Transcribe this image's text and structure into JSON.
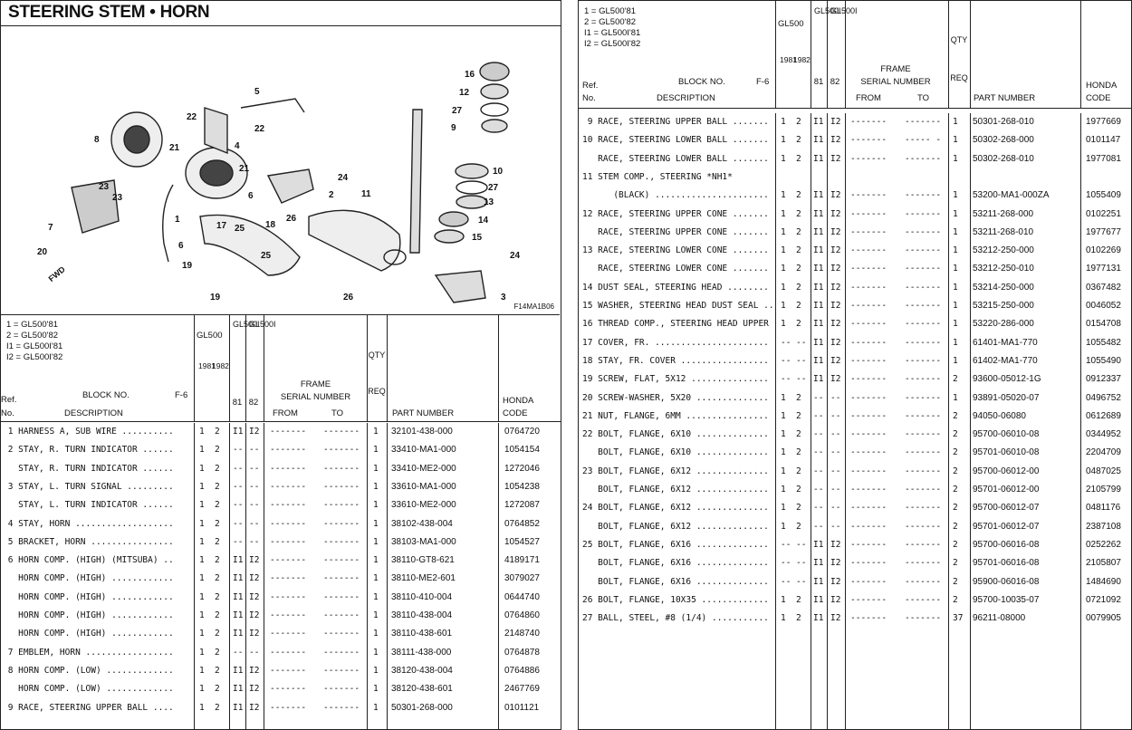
{
  "title": "STEERING STEM • HORN",
  "figure_code": "F14MA1B06",
  "legend": [
    "1 = GL500'81",
    "2 = GL500'82",
    "I1 = GL500I'81",
    "I2 = GL500I'82"
  ],
  "headers": {
    "gl500": "GL500",
    "gl500i": "GL500I",
    "yr1": "1981",
    "yr2": "1982",
    "i1": "81",
    "i2": "82",
    "block_no": "BLOCK NO.",
    "block_val": "F-6",
    "ref": "Ref.",
    "no": "No.",
    "description": "DESCRIPTION",
    "frame": "FRAME",
    "serial": "SERIAL NUMBER",
    "from": "FROM",
    "to": "TO",
    "qty": "QTY",
    "req": "REQ",
    "part_number": "PART NUMBER",
    "honda": "HONDA",
    "code": "CODE",
    "c1": "1",
    "c2": "2",
    "ci1": "I1",
    "ci2": "I2"
  },
  "diagram_labels": [
    "16",
    "12",
    "27",
    "9",
    "5",
    "22",
    "22",
    "8",
    "21",
    "4",
    "21",
    "10",
    "27",
    "13",
    "14",
    "15",
    "24",
    "2",
    "11",
    "23",
    "23",
    "6",
    "1",
    "7",
    "17",
    "25",
    "18",
    "26",
    "20",
    "6",
    "19",
    "25",
    "19",
    "26",
    "24",
    "3",
    "FWD"
  ],
  "left_rows": [
    {
      "desc": " 1 HARNESS A, SUB WIRE ..........",
      "a": "1",
      "b": "2",
      "c": "I1",
      "d": "I2",
      "from": "-------",
      "to": "-------",
      "q": "1",
      "pn": "32101-438-000",
      "hc": "0764720"
    },
    {
      "desc": " 2 STAY, R. TURN INDICATOR ......",
      "a": "1",
      "b": "2",
      "c": "--",
      "d": "--",
      "from": "-------",
      "to": "-------",
      "q": "1",
      "pn": "33410-MA1-000",
      "hc": "1054154"
    },
    {
      "desc": "   STAY, R. TURN INDICATOR ......",
      "a": "1",
      "b": "2",
      "c": "--",
      "d": "--",
      "from": "-------",
      "to": "-------",
      "q": "1",
      "pn": "33410-ME2-000",
      "hc": "1272046"
    },
    {
      "desc": " 3 STAY, L. TURN SIGNAL .........",
      "a": "1",
      "b": "2",
      "c": "--",
      "d": "--",
      "from": "-------",
      "to": "-------",
      "q": "1",
      "pn": "33610-MA1-000",
      "hc": "1054238"
    },
    {
      "desc": "   STAY, L. TURN INDICATOR ......",
      "a": "1",
      "b": "2",
      "c": "--",
      "d": "--",
      "from": "-------",
      "to": "-------",
      "q": "1",
      "pn": "33610-ME2-000",
      "hc": "1272087"
    },
    {
      "desc": " 4 STAY, HORN ...................",
      "a": "1",
      "b": "2",
      "c": "--",
      "d": "--",
      "from": "-------",
      "to": "-------",
      "q": "1",
      "pn": "38102-438-004",
      "hc": "0764852"
    },
    {
      "desc": " 5 BRACKET, HORN ................",
      "a": "1",
      "b": "2",
      "c": "--",
      "d": "--",
      "from": "-------",
      "to": "-------",
      "q": "1",
      "pn": "38103-MA1-000",
      "hc": "1054527"
    },
    {
      "desc": " 6 HORN COMP. (HIGH) (MITSUBA) ..",
      "a": "1",
      "b": "2",
      "c": "I1",
      "d": "I2",
      "from": "-------",
      "to": "-------",
      "q": "1",
      "pn": "38110-GT8-621",
      "hc": "4189171"
    },
    {
      "desc": "   HORN COMP. (HIGH) ............",
      "a": "1",
      "b": "2",
      "c": "I1",
      "d": "I2",
      "from": "-------",
      "to": "-------",
      "q": "1",
      "pn": "38110-ME2-601",
      "hc": "3079027"
    },
    {
      "desc": "   HORN COMP. (HIGH) ............",
      "a": "1",
      "b": "2",
      "c": "I1",
      "d": "I2",
      "from": "-------",
      "to": "-------",
      "q": "1",
      "pn": "38110-410-004",
      "hc": "0644740"
    },
    {
      "desc": "   HORN COMP. (HIGH) ............",
      "a": "1",
      "b": "2",
      "c": "I1",
      "d": "I2",
      "from": "-------",
      "to": "-------",
      "q": "1",
      "pn": "38110-438-004",
      "hc": "0764860"
    },
    {
      "desc": "   HORN COMP. (HIGH) ............",
      "a": "1",
      "b": "2",
      "c": "I1",
      "d": "I2",
      "from": "-------",
      "to": "-------",
      "q": "1",
      "pn": "38110-438-601",
      "hc": "2148740"
    },
    {
      "desc": " 7 EMBLEM, HORN .................",
      "a": "1",
      "b": "2",
      "c": "--",
      "d": "--",
      "from": "-------",
      "to": "-------",
      "q": "1",
      "pn": "38111-438-000",
      "hc": "0764878"
    },
    {
      "desc": " 8 HORN COMP. (LOW) .............",
      "a": "1",
      "b": "2",
      "c": "I1",
      "d": "I2",
      "from": "-------",
      "to": "-------",
      "q": "1",
      "pn": "38120-438-004",
      "hc": "0764886"
    },
    {
      "desc": "   HORN COMP. (LOW) .............",
      "a": "1",
      "b": "2",
      "c": "I1",
      "d": "I2",
      "from": "-------",
      "to": "-------",
      "q": "1",
      "pn": "38120-438-601",
      "hc": "2467769"
    },
    {
      "desc": " 9 RACE, STEERING UPPER BALL ....",
      "a": "1",
      "b": "2",
      "c": "I1",
      "d": "I2",
      "from": "-------",
      "to": "-------",
      "q": "1",
      "pn": "50301-268-000",
      "hc": "0101121"
    }
  ],
  "right_rows": [
    {
      "desc": " 9 RACE, STEERING UPPER BALL .......",
      "a": "1",
      "b": "2",
      "c": "I1",
      "d": "I2",
      "from": "-------",
      "to": "-------",
      "q": "1",
      "pn": "50301-268-010",
      "hc": "1977669"
    },
    {
      "desc": "10 RACE, STEERING LOWER BALL .......",
      "a": "1",
      "b": "2",
      "c": "I1",
      "d": "I2",
      "from": "-------",
      "to": "----- -",
      "q": "1",
      "pn": "50302-268-000",
      "hc": "0101147"
    },
    {
      "desc": "   RACE, STEERING LOWER BALL .......",
      "a": "1",
      "b": "2",
      "c": "I1",
      "d": "I2",
      "from": "-------",
      "to": "-------",
      "q": "1",
      "pn": "50302-268-010",
      "hc": "1977081"
    },
    {
      "desc": "11 STEM COMP., STEERING *NH1*",
      "a": "",
      "b": "",
      "c": "",
      "d": "",
      "from": "",
      "to": "",
      "q": "",
      "pn": "",
      "hc": ""
    },
    {
      "desc": "      (BLACK) ......................",
      "a": "1",
      "b": "2",
      "c": "I1",
      "d": "I2",
      "from": "-------",
      "to": "-------",
      "q": "1",
      "pn": "53200-MA1-000ZA",
      "hc": "1055409"
    },
    {
      "desc": "12 RACE, STEERING UPPER CONE .......",
      "a": "1",
      "b": "2",
      "c": "I1",
      "d": "I2",
      "from": "-------",
      "to": "-------",
      "q": "1",
      "pn": "53211-268-000",
      "hc": "0102251"
    },
    {
      "desc": "   RACE, STEERING UPPER CONE .......",
      "a": "1",
      "b": "2",
      "c": "I1",
      "d": "I2",
      "from": "-------",
      "to": "-------",
      "q": "1",
      "pn": "53211-268-010",
      "hc": "1977677"
    },
    {
      "desc": "13 RACE, STEERING LOWER CONE .......",
      "a": "1",
      "b": "2",
      "c": "I1",
      "d": "I2",
      "from": "-------",
      "to": "-------",
      "q": "1",
      "pn": "53212-250-000",
      "hc": "0102269"
    },
    {
      "desc": "   RACE, STEERING LOWER CONE .......",
      "a": "1",
      "b": "2",
      "c": "I1",
      "d": "I2",
      "from": "-------",
      "to": "-------",
      "q": "1",
      "pn": "53212-250-010",
      "hc": "1977131"
    },
    {
      "desc": "14 DUST SEAL, STEERING HEAD ........",
      "a": "1",
      "b": "2",
      "c": "I1",
      "d": "I2",
      "from": "-------",
      "to": "-------",
      "q": "1",
      "pn": "53214-250-000",
      "hc": "0367482"
    },
    {
      "desc": "15 WASHER, STEERING HEAD DUST SEAL ..",
      "a": "1",
      "b": "2",
      "c": "I1",
      "d": "I2",
      "from": "-------",
      "to": "-------",
      "q": "1",
      "pn": "53215-250-000",
      "hc": "0046052"
    },
    {
      "desc": "16 THREAD COMP., STEERING HEAD UPPER",
      "a": "1",
      "b": "2",
      "c": "I1",
      "d": "I2",
      "from": "-------",
      "to": "-------",
      "q": "1",
      "pn": "53220-286-000",
      "hc": "0154708"
    },
    {
      "desc": "17 COVER, FR. ......................",
      "a": "--",
      "b": "--",
      "c": "I1",
      "d": "I2",
      "from": "-------",
      "to": "-------",
      "q": "1",
      "pn": "61401-MA1-770",
      "hc": "1055482"
    },
    {
      "desc": "18 STAY, FR. COVER .................",
      "a": "--",
      "b": "--",
      "c": "I1",
      "d": "I2",
      "from": "-------",
      "to": "-------",
      "q": "1",
      "pn": "61402-MA1-770",
      "hc": "1055490"
    },
    {
      "desc": "19 SCREW, FLAT, 5X12 ...............",
      "a": "--",
      "b": "--",
      "c": "I1",
      "d": "I2",
      "from": "-------",
      "to": "-------",
      "q": "2",
      "pn": "93600-05012-1G",
      "hc": "0912337"
    },
    {
      "desc": "20 SCREW-WASHER, 5X20 ..............",
      "a": "1",
      "b": "2",
      "c": "--",
      "d": "--",
      "from": "-------",
      "to": "-------",
      "q": "1",
      "pn": "93891-05020-07",
      "hc": "0496752"
    },
    {
      "desc": "21 NUT, FLANGE, 6MM ................",
      "a": "1",
      "b": "2",
      "c": "--",
      "d": "--",
      "from": "-------",
      "to": "-------",
      "q": "2",
      "pn": "94050-06080",
      "hc": "0612689"
    },
    {
      "desc": "22 BOLT, FLANGE, 6X10 ..............",
      "a": "1",
      "b": "2",
      "c": "--",
      "d": "--",
      "from": "-------",
      "to": "-------",
      "q": "2",
      "pn": "95700-06010-08",
      "hc": "0344952"
    },
    {
      "desc": "   BOLT, FLANGE, 6X10 ..............",
      "a": "1",
      "b": "2",
      "c": "--",
      "d": "--",
      "from": "-------",
      "to": "-------",
      "q": "2",
      "pn": "95701-06010-08",
      "hc": "2204709"
    },
    {
      "desc": "23 BOLT, FLANGE, 6X12 ..............",
      "a": "1",
      "b": "2",
      "c": "--",
      "d": "--",
      "from": "-------",
      "to": "-------",
      "q": "2",
      "pn": "95700-06012-00",
      "hc": "0487025"
    },
    {
      "desc": "   BOLT, FLANGE, 6X12 ..............",
      "a": "1",
      "b": "2",
      "c": "--",
      "d": "--",
      "from": "-------",
      "to": "-------",
      "q": "2",
      "pn": "95701-06012-00",
      "hc": "2105799"
    },
    {
      "desc": "24 BOLT, FLANGE, 6X12 ..............",
      "a": "1",
      "b": "2",
      "c": "--",
      "d": "--",
      "from": "-------",
      "to": "-------",
      "q": "2",
      "pn": "95700-06012-07",
      "hc": "0481176"
    },
    {
      "desc": "   BOLT, FLANGE, 6X12 ..............",
      "a": "1",
      "b": "2",
      "c": "--",
      "d": "--",
      "from": "-------",
      "to": "-------",
      "q": "2",
      "pn": "95701-06012-07",
      "hc": "2387108"
    },
    {
      "desc": "25 BOLT, FLANGE, 6X16 ..............",
      "a": "--",
      "b": "--",
      "c": "I1",
      "d": "I2",
      "from": "-------",
      "to": "-------",
      "q": "2",
      "pn": "95700-06016-08",
      "hc": "0252262"
    },
    {
      "desc": "   BOLT, FLANGE, 6X16 ..............",
      "a": "--",
      "b": "--",
      "c": "I1",
      "d": "I2",
      "from": "-------",
      "to": "-------",
      "q": "2",
      "pn": "95701-06016-08",
      "hc": "2105807"
    },
    {
      "desc": "   BOLT, FLANGE, 6X16 ..............",
      "a": "--",
      "b": "--",
      "c": "I1",
      "d": "I2",
      "from": "-------",
      "to": "-------",
      "q": "2",
      "pn": "95900-06016-08",
      "hc": "1484690"
    },
    {
      "desc": "26 BOLT, FLANGE, 10X35 .............",
      "a": "1",
      "b": "2",
      "c": "I1",
      "d": "I2",
      "from": "-------",
      "to": "-------",
      "q": "2",
      "pn": "95700-10035-07",
      "hc": "0721092"
    },
    {
      "desc": "27 BALL, STEEL, #8 (1/4) ...........",
      "a": "1",
      "b": "2",
      "c": "I1",
      "d": "I2",
      "from": "-------",
      "to": "-------",
      "q": "37",
      "pn": "96211-08000",
      "hc": "0079905"
    }
  ]
}
